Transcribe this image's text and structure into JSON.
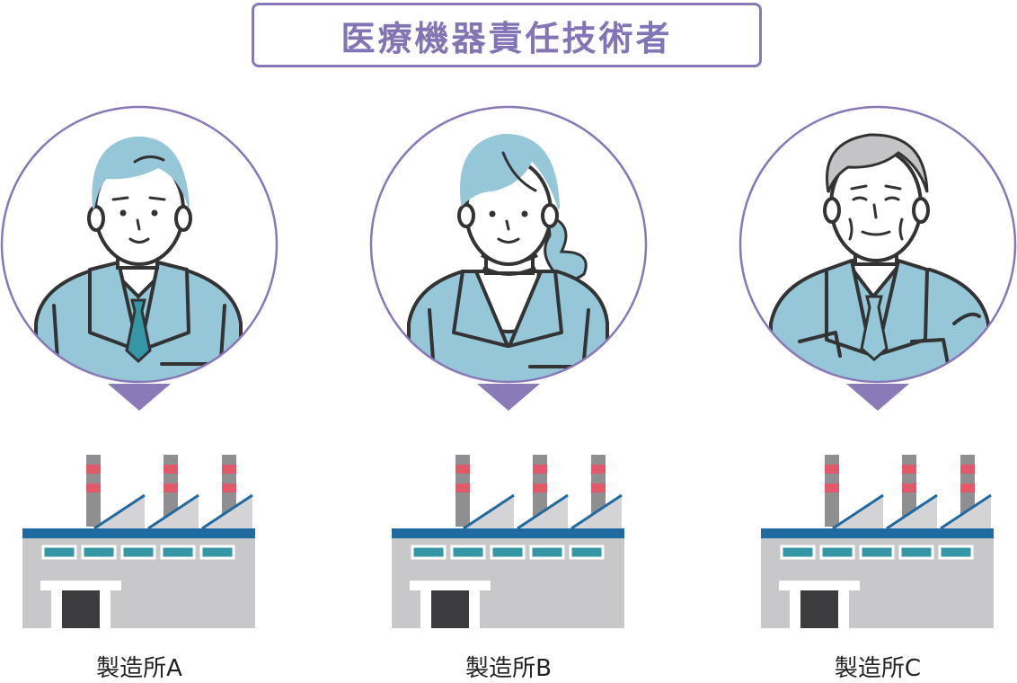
{
  "title": "医療機器責任技術者",
  "colors": {
    "accent": "#8878b8",
    "pointer": "#8a7ab8",
    "suit": "#95c7d8",
    "roof_blue": "#1f6aa0",
    "window": "#3597a6",
    "factory_gray": "#c8c8ca",
    "chimney_red": "#e2596a"
  },
  "units": [
    {
      "person": "young-man",
      "label": "製造所A"
    },
    {
      "person": "woman",
      "label": "製造所B"
    },
    {
      "person": "older-man",
      "label": "製造所C"
    }
  ]
}
